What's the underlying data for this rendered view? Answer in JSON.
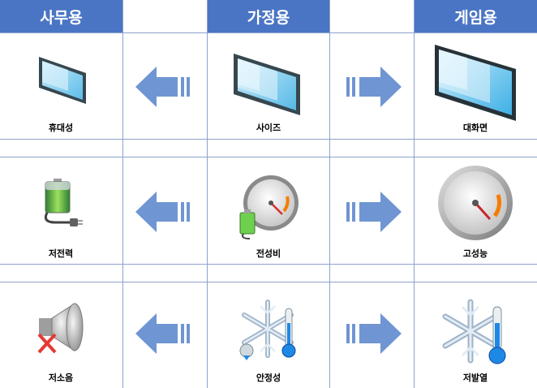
{
  "headers": {
    "office": "사무용",
    "home": "가정용",
    "gaming": "게임용"
  },
  "labels": {
    "portable": "휴대성",
    "size": "사이즈",
    "large_screen": "대화면",
    "low_power": "저전력",
    "power_efficiency": "전성비",
    "high_performance": "고성능",
    "low_noise": "저소음",
    "stability": "안정성",
    "low_heat": "저발열"
  },
  "colors": {
    "header_bg": "#4a75c4",
    "gridline": "#8ea2cc",
    "arrow": "#6f95d3"
  },
  "icons": {
    "row1": "monitor-icon",
    "row2": "battery-gauge-icon",
    "row3": "speaker-snowflake-icon"
  }
}
